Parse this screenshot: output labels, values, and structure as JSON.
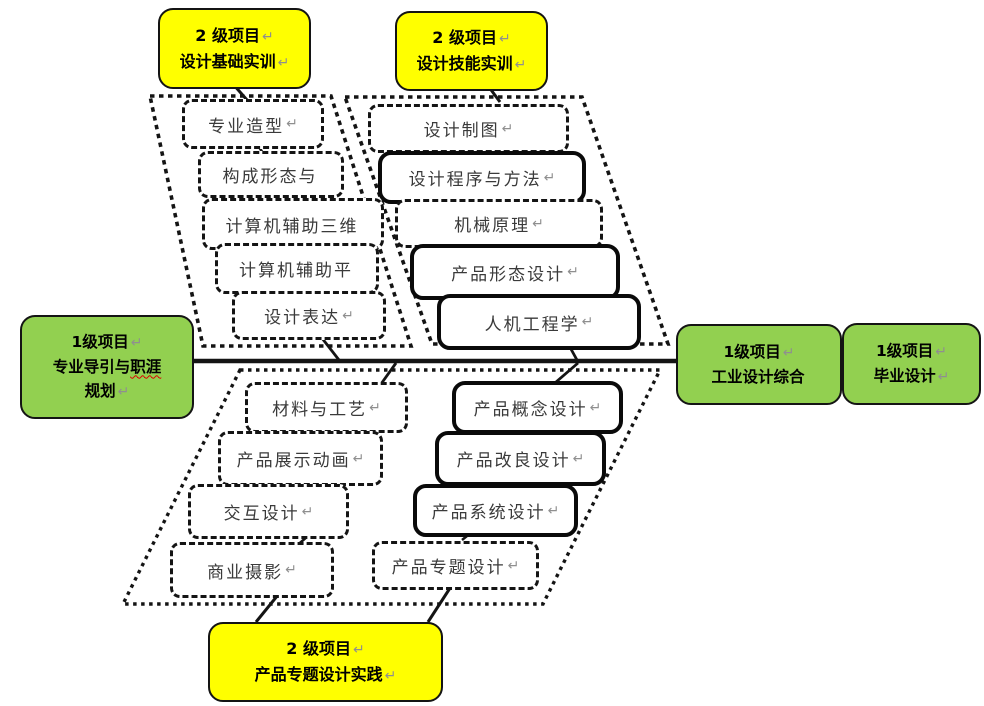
{
  "level2": [
    {
      "lines": [
        {
          "text": "2 级项目",
          "ret": "↵"
        },
        {
          "text": "设计基础实训",
          "ret": "↵"
        }
      ]
    },
    {
      "lines": [
        {
          "text": "2 级项目",
          "ret": "↵"
        },
        {
          "text": "设计技能实训",
          "ret": "↵"
        }
      ]
    },
    {
      "lines": [
        {
          "text": "2 级项目",
          "ret": "↵"
        },
        {
          "text": "产品专题设计实践",
          "ret": "↵"
        }
      ]
    }
  ],
  "level1": [
    {
      "lines": [
        {
          "text": "1级项目",
          "ret": "↵"
        },
        {
          "text": "专业导引与",
          "misspelled": "职涯",
          "ret": ""
        },
        {
          "text": "规划",
          "ret": "↵"
        }
      ]
    },
    {
      "lines": [
        {
          "text": "1级项目",
          "ret": "↵"
        },
        {
          "text": "工业设计综合",
          "ret": ""
        }
      ]
    },
    {
      "lines": [
        {
          "text": "1级项目",
          "ret": "↵"
        },
        {
          "text": "毕业设计",
          "ret": "↵"
        }
      ]
    }
  ],
  "courses": [
    {
      "text": "专业造型",
      "ret": "↵"
    },
    {
      "text": "构成形态与",
      "ret": ""
    },
    {
      "text": "计算机辅助三维",
      "ret": ""
    },
    {
      "text": "计算机辅助平",
      "ret": ""
    },
    {
      "text": "设计表达",
      "ret": "↵"
    },
    {
      "text": "设计制图",
      "ret": "↵"
    },
    {
      "text": "设计程序与方法",
      "ret": "↵"
    },
    {
      "text": "机械原理",
      "ret": "↵"
    },
    {
      "text": "产品形态设计",
      "ret": "↵"
    },
    {
      "text": "人机工程学",
      "ret": "↵"
    },
    {
      "text": "材料与工艺",
      "ret": "↵"
    },
    {
      "text": "产品展示动画",
      "ret": "↵"
    },
    {
      "text": "交互设计",
      "ret": "↵"
    },
    {
      "text": "商业摄影",
      "ret": "↵"
    },
    {
      "text": "产品概念设计",
      "ret": "↵"
    },
    {
      "text": "产品改良设计",
      "ret": "↵"
    },
    {
      "text": "产品系统设计",
      "ret": "↵"
    },
    {
      "text": "产品专题设计",
      "ret": "↵"
    }
  ],
  "colors": {
    "level2_fill": "#FFFF00",
    "level1_fill": "#92D050",
    "border": "#141414",
    "course_text": "#3A3A3A",
    "return_mark": "#8F8F8F",
    "spellcheck_underline": "#DD0000"
  }
}
